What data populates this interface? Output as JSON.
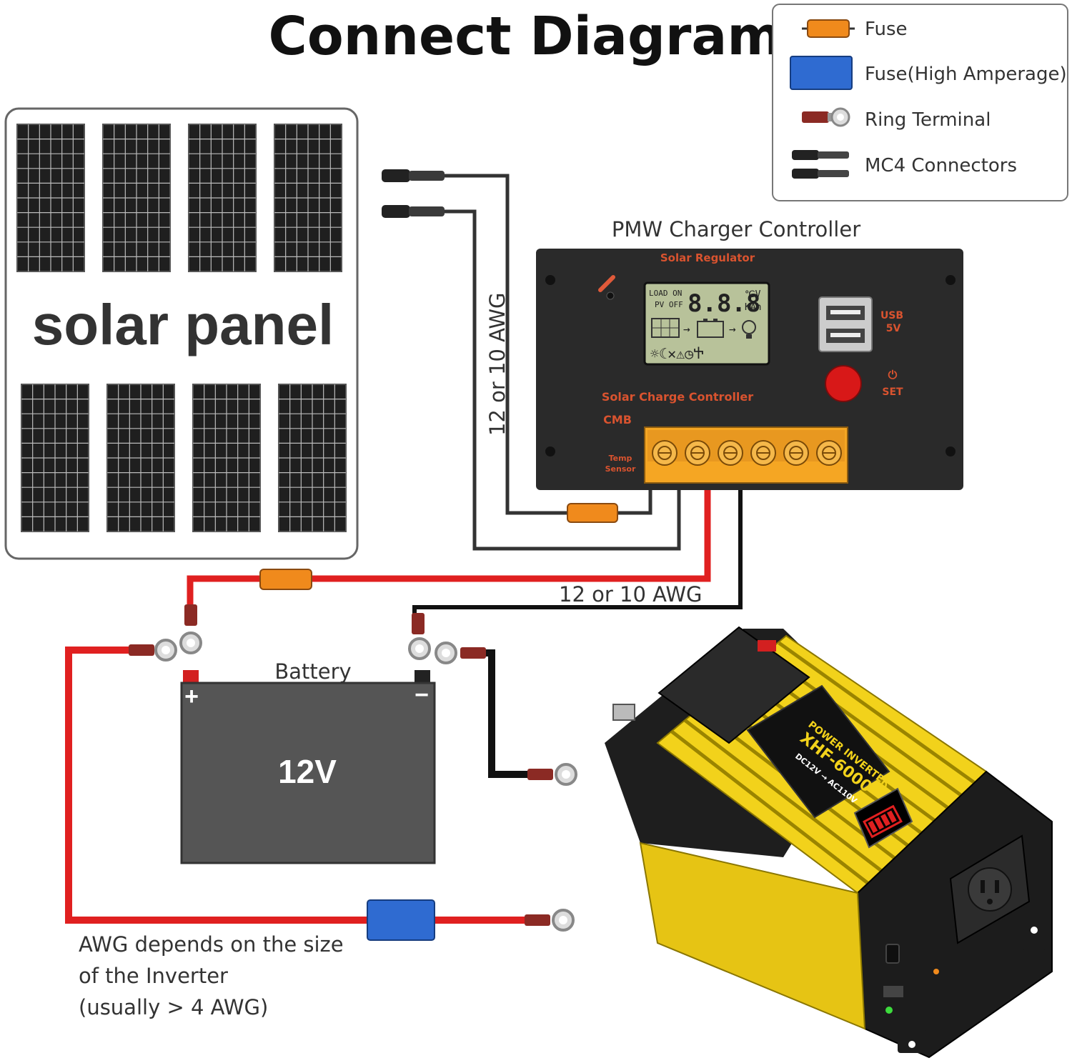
{
  "title": "Connect Diagram",
  "legend": {
    "items": [
      {
        "label": "Fuse"
      },
      {
        "label": "Fuse(High Amperage)"
      },
      {
        "label": "Ring Terminal"
      },
      {
        "label": "MC4 Connectors"
      }
    ]
  },
  "solar_panel": {
    "label": "solar panel"
  },
  "controller": {
    "caption": "PMW Charger Controller",
    "brand_top": "Solar Regulator",
    "brand_bottom": "Solar Charge Controller",
    "model": "CMB",
    "lcd_left_top": "LOAD ON",
    "lcd_left_bottom": "PV OFF",
    "lcd_digits": "8.8.8",
    "lcd_units_top": "℃V",
    "lcd_units_bottom": "KAh",
    "usb_label_1": "USB",
    "usb_label_2": "5V",
    "set_label": "SET",
    "temp_1": "Temp",
    "temp_2": "Sensor"
  },
  "wires": {
    "awg_vertical": "12 or 10 AWG",
    "awg_horizontal": "12 or 10 AWG"
  },
  "battery": {
    "label": "Battery",
    "voltage": "12V",
    "plus": "+",
    "minus": "−"
  },
  "note": {
    "line1": "AWG depends on the size",
    "line2": "of the Inverter",
    "line3": "(usually  > 4 AWG)"
  },
  "inverter": {
    "brand": "POWER INVERTER",
    "model": "XHF-6000",
    "spec": "DC12V → AC110V"
  },
  "colors": {
    "wire_red": "#e02020",
    "wire_black": "#111111",
    "wire_gray": "#333333",
    "fuse_orange": "#f08a1c",
    "fuse_blue": "#2f6bd1",
    "controller_body": "#2a2a2a",
    "terminal_orange": "#f5a623",
    "lcd_green": "#b8c29a",
    "battery_gray": "#555555",
    "inverter_yellow": "#f2d21b"
  }
}
